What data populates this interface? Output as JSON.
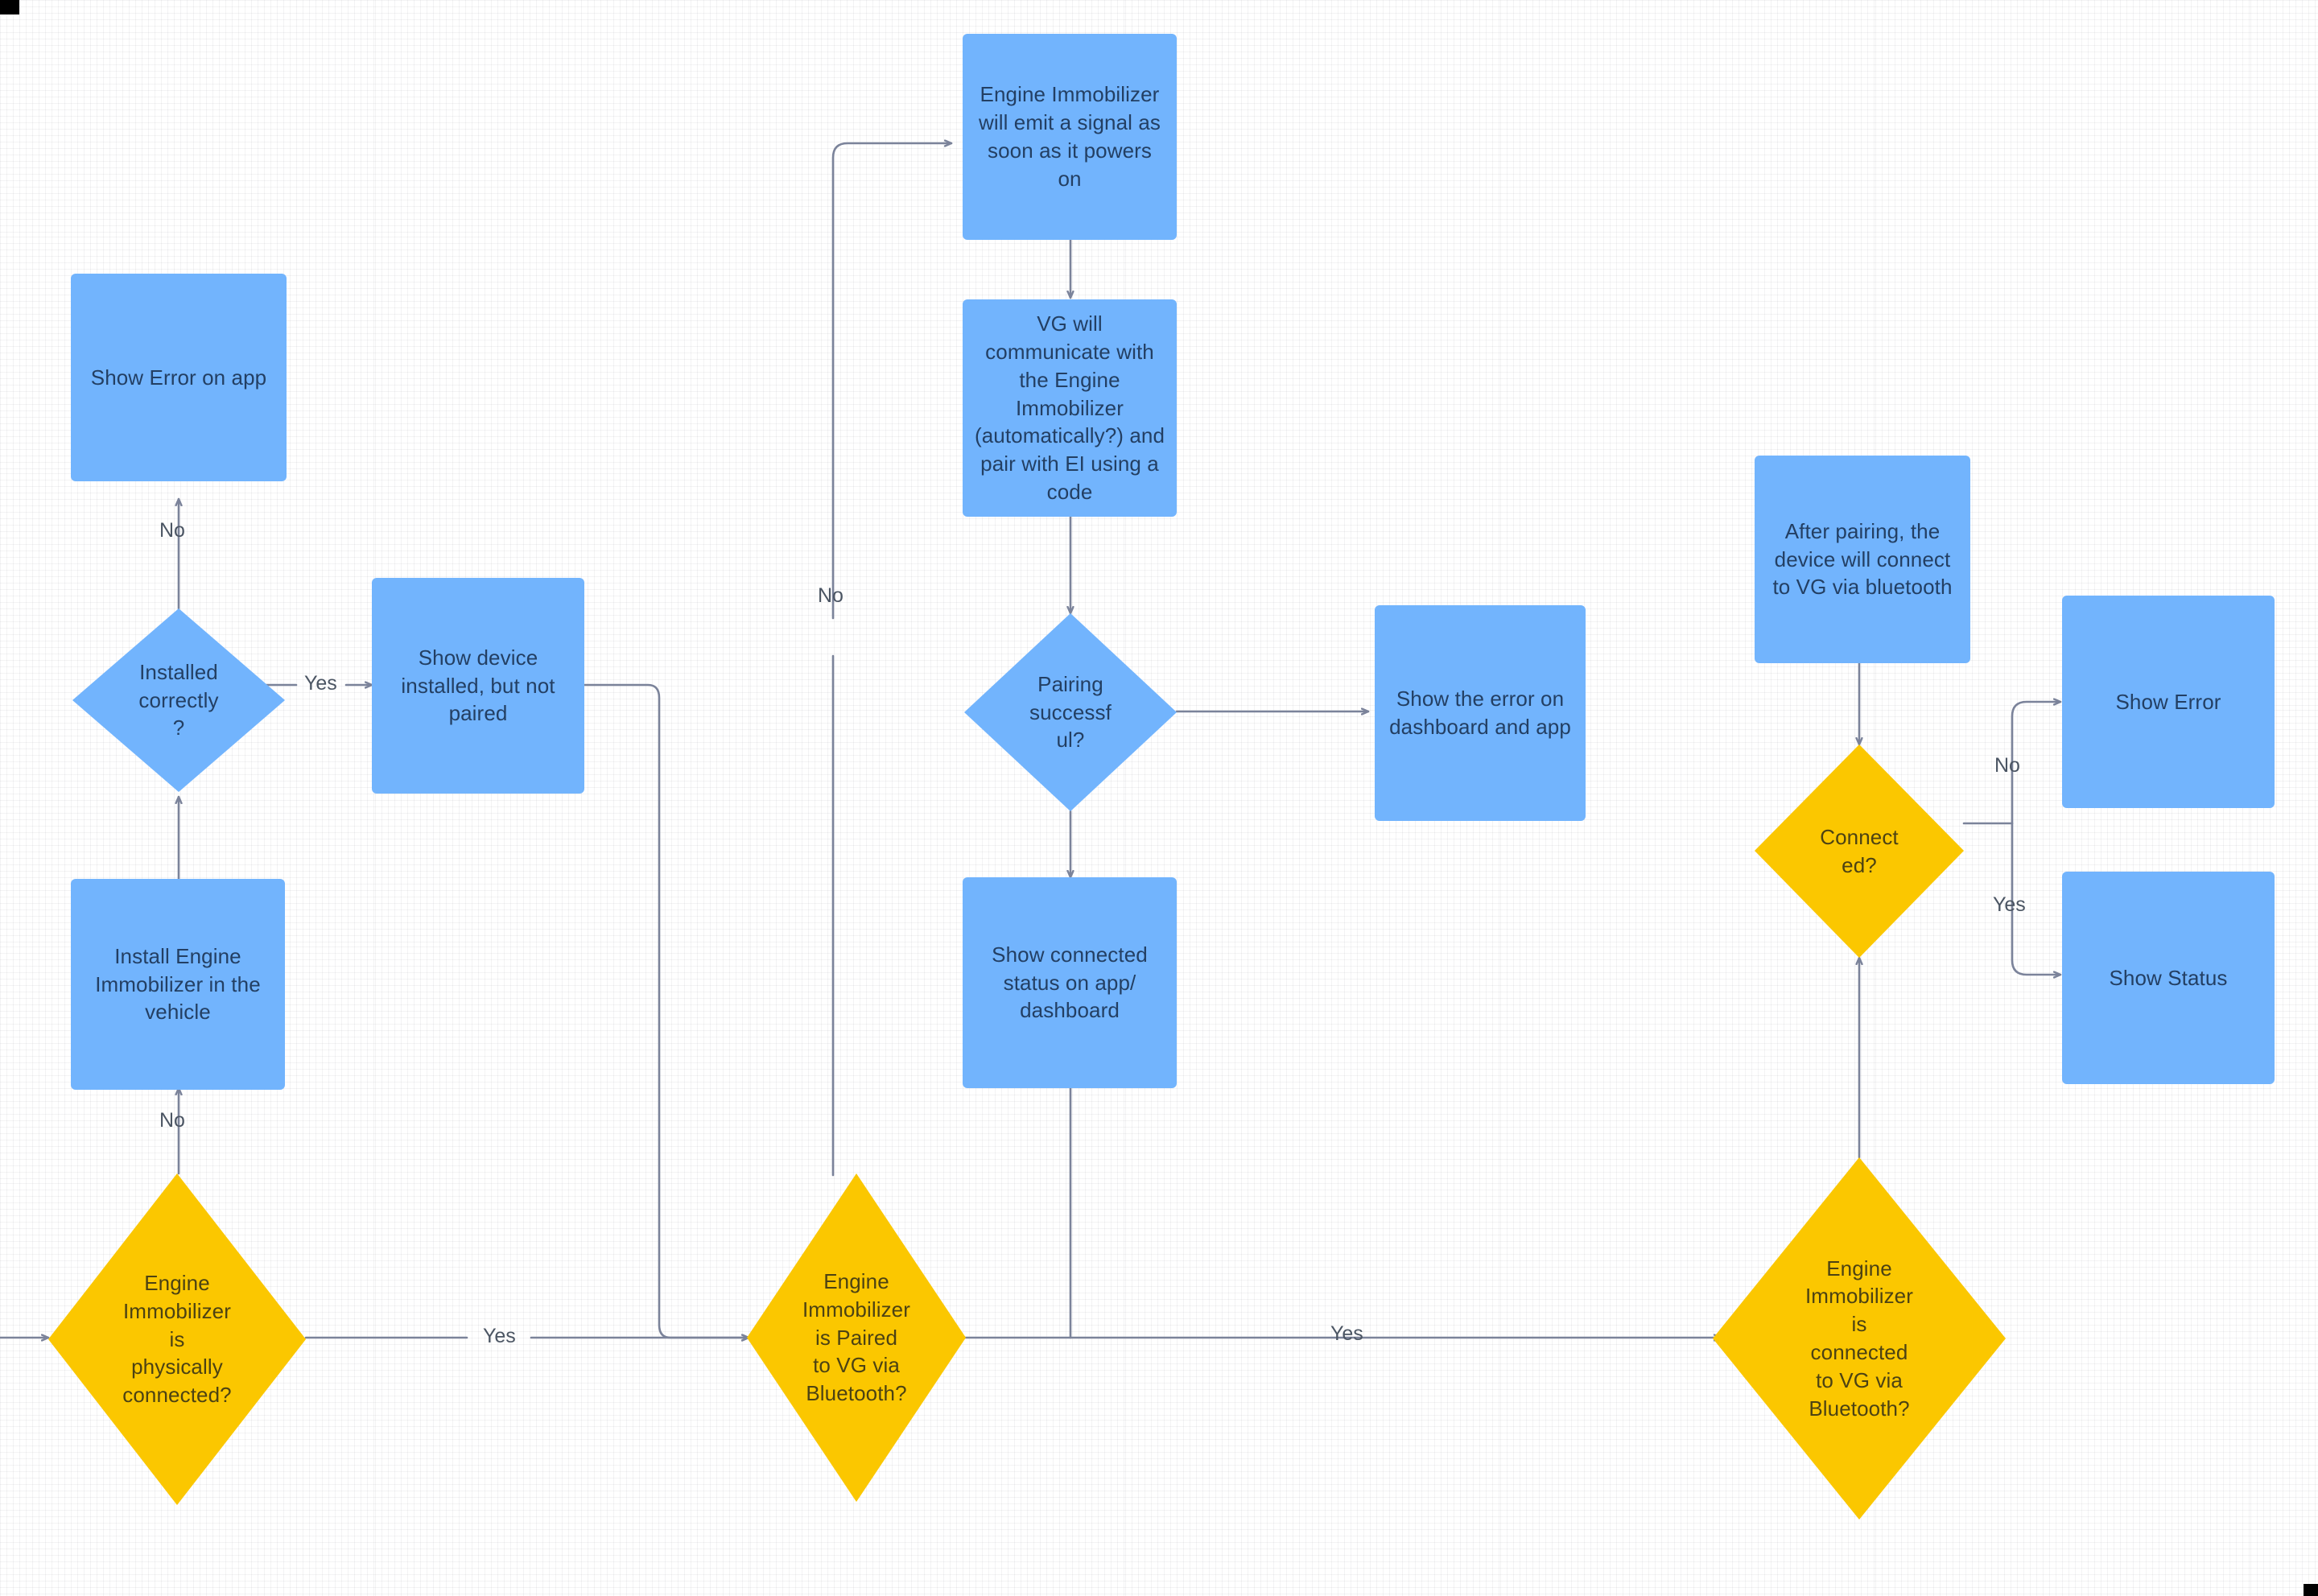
{
  "diagram": {
    "title": "Engine Immobilizer pairing and connection flowchart",
    "colors": {
      "process_fill": "#72b4fd",
      "decision_blue_fill": "#72b4fd",
      "decision_yellow_fill": "#fbc700",
      "edge_stroke": "#7b839a",
      "text_blue": "#233f63",
      "text_yellow": "#4c4213",
      "canvas_background": "#ffffff"
    },
    "nodes": [
      {
        "id": "show-error-on-app",
        "type": "process",
        "label": "Show Error on app"
      },
      {
        "id": "installed-correctly",
        "type": "decision",
        "label": "Installed correctly ?"
      },
      {
        "id": "show-device-not-paired",
        "type": "process",
        "label": "Show device installed, but not paired"
      },
      {
        "id": "install-engine-immobilizer",
        "type": "process",
        "label": "Install Engine Immobilizer in the vehicle"
      },
      {
        "id": "physically-connected",
        "type": "decision",
        "label": "Engine Immobilizer is physically connected?"
      },
      {
        "id": "emit-signal",
        "type": "process",
        "label": "Engine Immobilizer will emit a signal as soon as it powers on"
      },
      {
        "id": "vg-communicate",
        "type": "process",
        "label": "VG will communicate with the Engine Immobilizer (automatically?) and pair with EI using a code"
      },
      {
        "id": "pairing-successful",
        "type": "decision",
        "label": "Pairing successful?"
      },
      {
        "id": "show-error-dashboard-app",
        "type": "process",
        "label": "Show the error on dashboard and app"
      },
      {
        "id": "show-connected-status",
        "type": "process",
        "label": "Show connected status on app/ dashboard"
      },
      {
        "id": "is-paired-bluetooth",
        "type": "decision",
        "label": "Engine Immobilizer is Paired to VG via Bluetooth?"
      },
      {
        "id": "after-pairing-connect",
        "type": "process",
        "label": "After pairing, the device will connect to VG via bluetooth"
      },
      {
        "id": "connected",
        "type": "decision",
        "label": "Connected?"
      },
      {
        "id": "show-error",
        "type": "process",
        "label": "Show Error"
      },
      {
        "id": "show-status",
        "type": "process",
        "label": "Show Status"
      },
      {
        "id": "is-connected-bluetooth",
        "type": "decision",
        "label": "Engine Immobilizer is connected to VG via Bluetooth?"
      }
    ],
    "node_text": {
      "show_error_on_app": "Show Error on app",
      "installed_correctly": "Installed correctly\n?",
      "installed_correctly_line1": "Installed",
      "installed_correctly_line2": "correctly",
      "installed_correctly_line3": "?",
      "show_device_not_paired": "Show device installed, but not paired",
      "install_engine_immobilizer": "Install Engine Immobilizer in the vehicle",
      "physically_connected_line1": "Engine",
      "physically_connected_line2": "Immobilizer",
      "physically_connected_line3": "is",
      "physically_connected_line4": "physically",
      "physically_connected_line5": "connected?",
      "emit_signal": "Engine Immobilizer will emit a signal as soon as it powers on",
      "vg_communicate": "VG will communicate with the Engine Immobilizer (automatically?) and pair with EI using a code",
      "pairing_successful_line1": "Pairing",
      "pairing_successful_line2": "successf",
      "pairing_successful_line3": "ul?",
      "show_error_dashboard_app": "Show the error on dashboard and app",
      "show_connected_status": "Show connected status on app/ dashboard",
      "is_paired_line1": "Engine",
      "is_paired_line2": "Immobilizer",
      "is_paired_line3": "is Paired",
      "is_paired_line4": "to VG via",
      "is_paired_line5": "Bluetooth?",
      "after_pairing_connect": "After pairing, the device will connect to VG via bluetooth",
      "connected_line1": "Connect",
      "connected_line2": "ed?",
      "show_error": "Show Error",
      "show_status": "Show Status",
      "is_connected_line1": "Engine",
      "is_connected_line2": "Immobilizer",
      "is_connected_line3": "is",
      "is_connected_line4": "connected",
      "is_connected_line5": "to VG via",
      "is_connected_line6": "Bluetooth?"
    },
    "edge_labels": {
      "installed_no": "No",
      "installed_yes": "Yes",
      "physically_no": "No",
      "physically_yes": "Yes",
      "paired_no": "No",
      "paired_yes": "Yes",
      "connected_no": "No",
      "connected_yes": "Yes"
    },
    "edges": [
      {
        "from": "installed-correctly",
        "to": "show-error-on-app",
        "label": "No"
      },
      {
        "from": "installed-correctly",
        "to": "show-device-not-paired",
        "label": "Yes"
      },
      {
        "from": "install-engine-immobilizer",
        "to": "installed-correctly",
        "label": ""
      },
      {
        "from": "physically-connected",
        "to": "install-engine-immobilizer",
        "label": "No"
      },
      {
        "from": "physically-connected",
        "to": "is-paired-bluetooth",
        "label": "Yes"
      },
      {
        "from": "show-device-not-paired",
        "to": "is-paired-bluetooth",
        "label": ""
      },
      {
        "from": "is-paired-bluetooth",
        "to": "emit-signal",
        "label": "No"
      },
      {
        "from": "is-paired-bluetooth",
        "to": "is-connected-bluetooth",
        "label": "Yes"
      },
      {
        "from": "emit-signal",
        "to": "vg-communicate",
        "label": ""
      },
      {
        "from": "vg-communicate",
        "to": "pairing-successful",
        "label": ""
      },
      {
        "from": "pairing-successful",
        "to": "show-error-dashboard-app",
        "label": ""
      },
      {
        "from": "pairing-successful",
        "to": "show-connected-status",
        "label": ""
      },
      {
        "from": "show-connected-status",
        "to": "is-paired-bluetooth",
        "label": ""
      },
      {
        "from": "after-pairing-connect",
        "to": "connected",
        "label": ""
      },
      {
        "from": "connected",
        "to": "show-error",
        "label": "No"
      },
      {
        "from": "connected",
        "to": "show-status",
        "label": "Yes"
      },
      {
        "from": "is-connected-bluetooth",
        "to": "connected",
        "label": ""
      }
    ]
  }
}
